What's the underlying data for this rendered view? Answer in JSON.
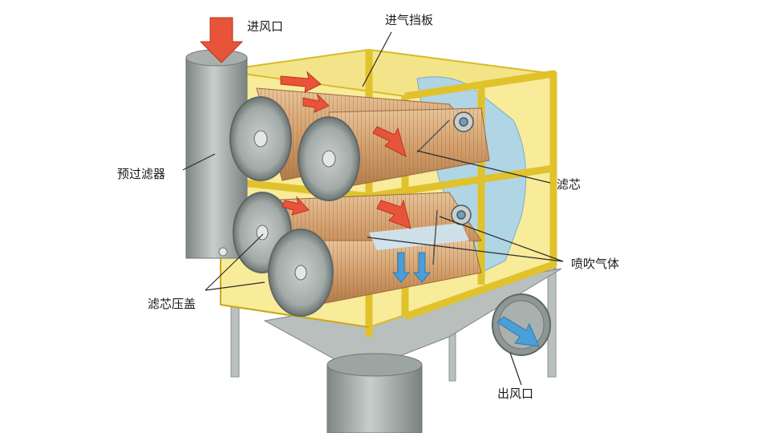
{
  "labels": {
    "inlet": "进风口",
    "inlet_baffle": "进气挡板",
    "pre_filter": "预过滤器",
    "filter_cartridge": "滤芯",
    "pulse_gas": "喷吹气体",
    "cartridge_cover": "滤芯压盖",
    "outlet": "出风口"
  },
  "colors": {
    "housing_fill": "#f8eb9a",
    "housing_frame": "#e6c930",
    "steel": "#9aa3a1",
    "steel_dark": "#6f7776",
    "cartridge": "#d4a577",
    "airflow_in": "#e8543a",
    "airflow_out": "#4a9fd8",
    "plenum_blue": "#a9d3ee"
  }
}
